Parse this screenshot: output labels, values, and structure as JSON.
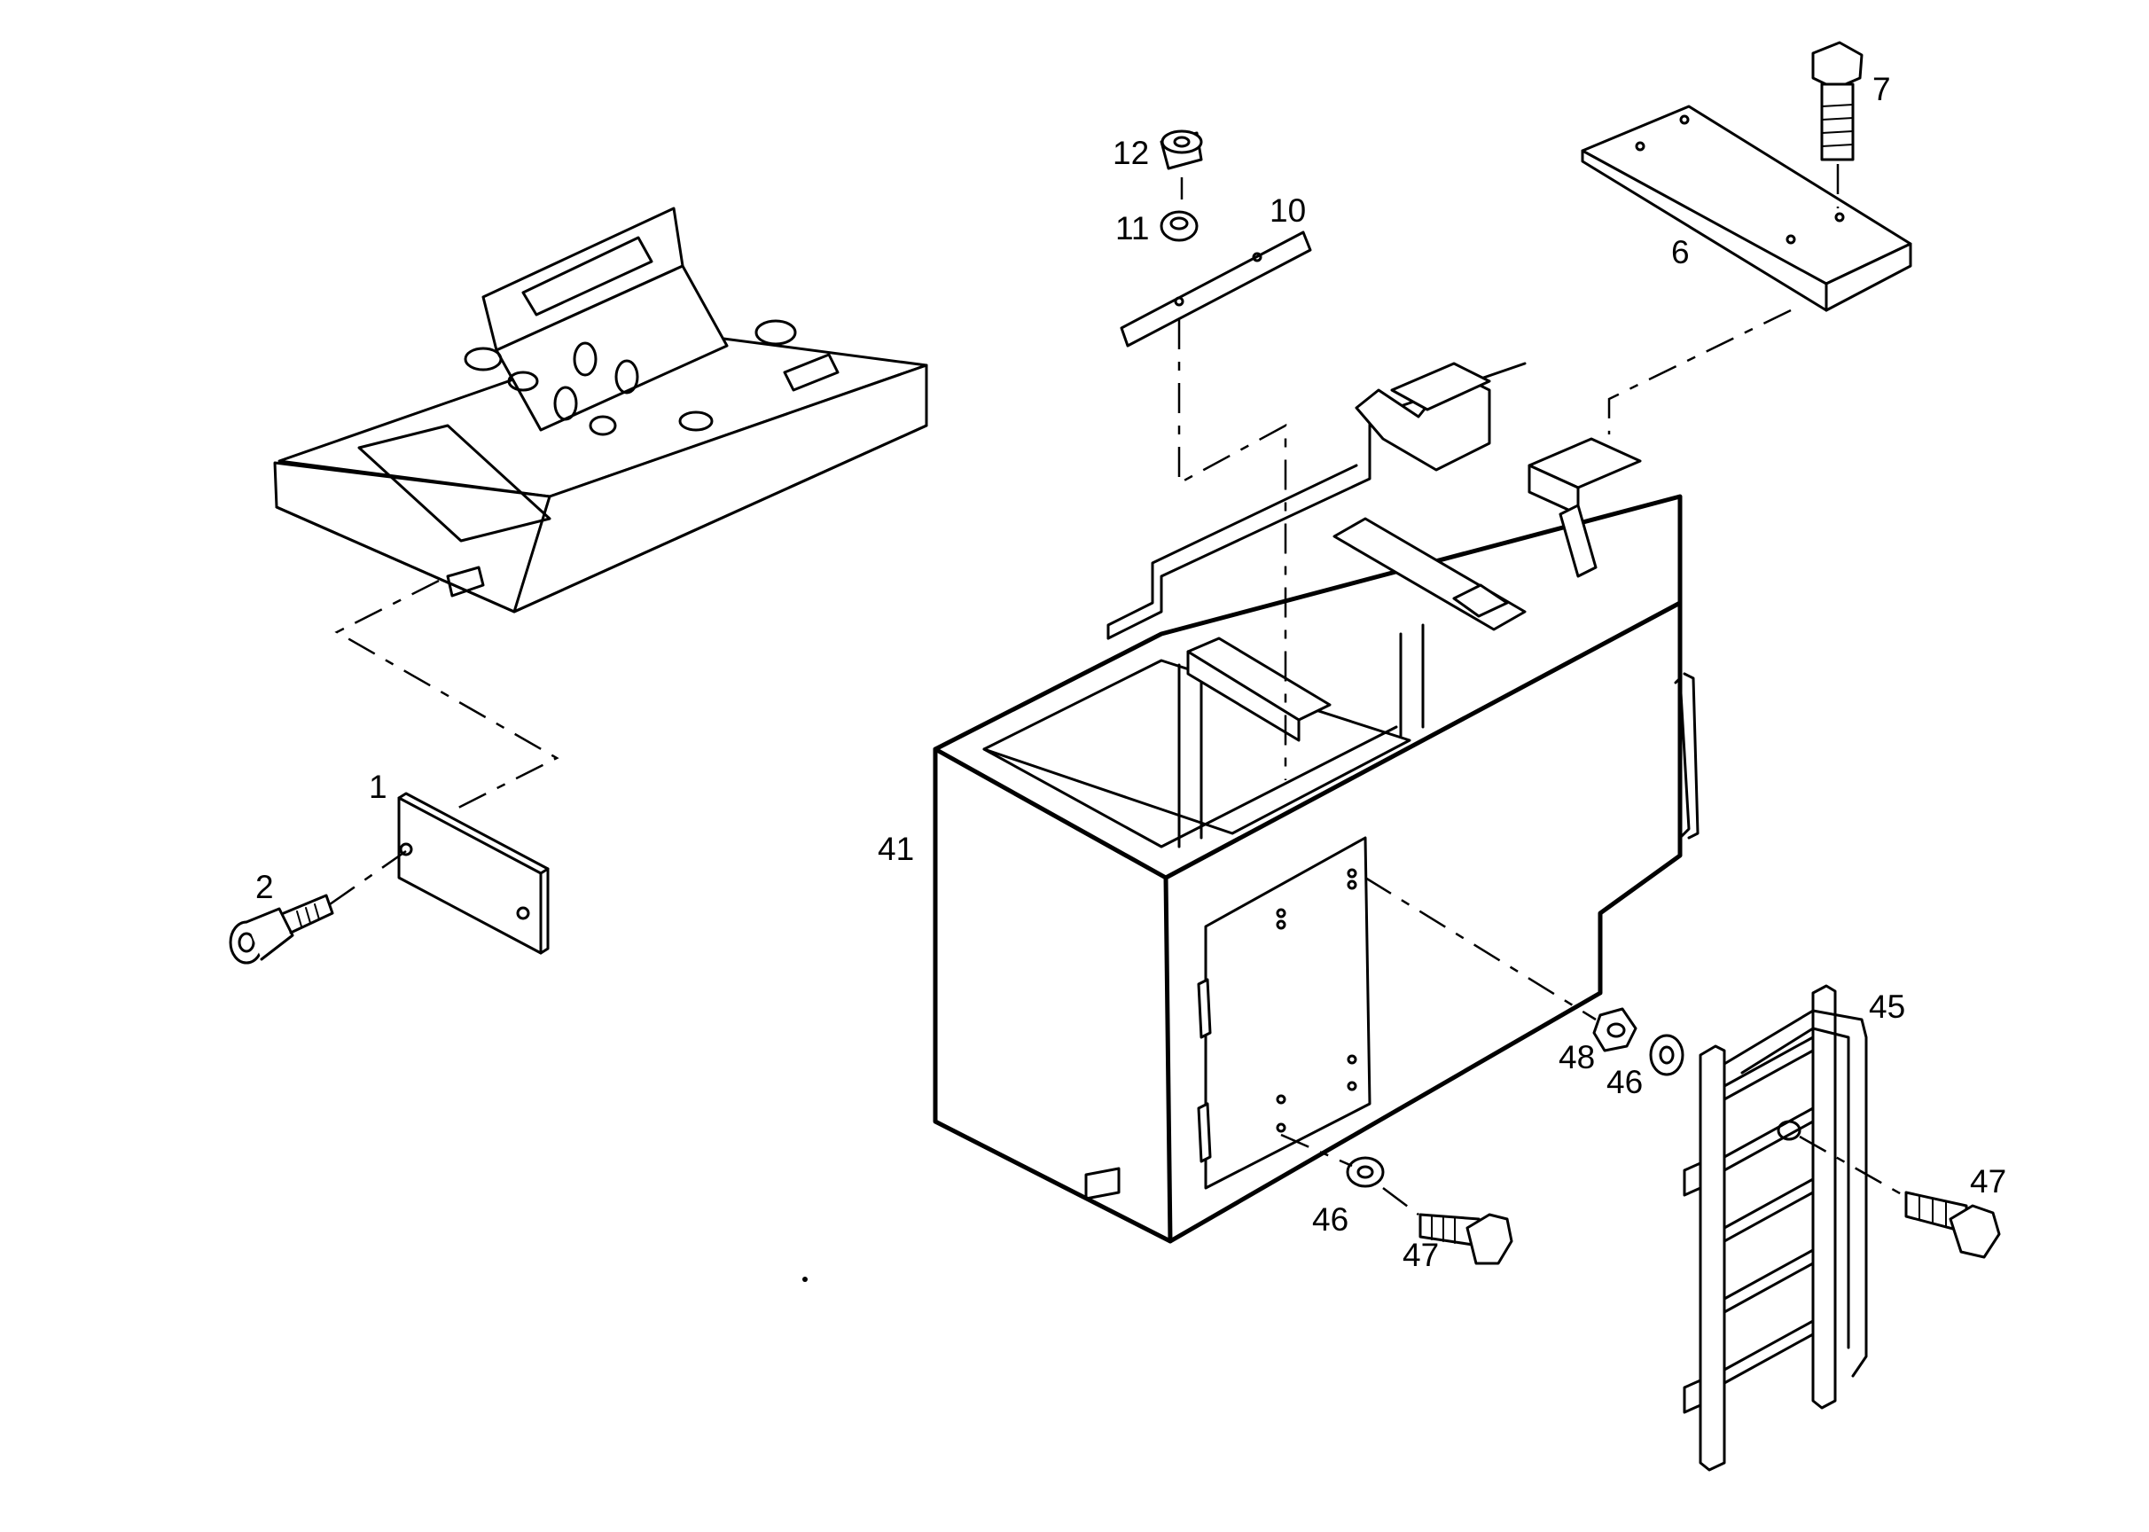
{
  "diagram": {
    "callouts": {
      "c1": "1",
      "c2": "2",
      "c6": "6",
      "c7": "7",
      "c10": "10",
      "c11": "11",
      "c12": "12",
      "c41": "41",
      "c45": "45",
      "c46a": "46",
      "c46b": "46",
      "c47a": "47",
      "c47b": "47",
      "c48": "48"
    }
  }
}
